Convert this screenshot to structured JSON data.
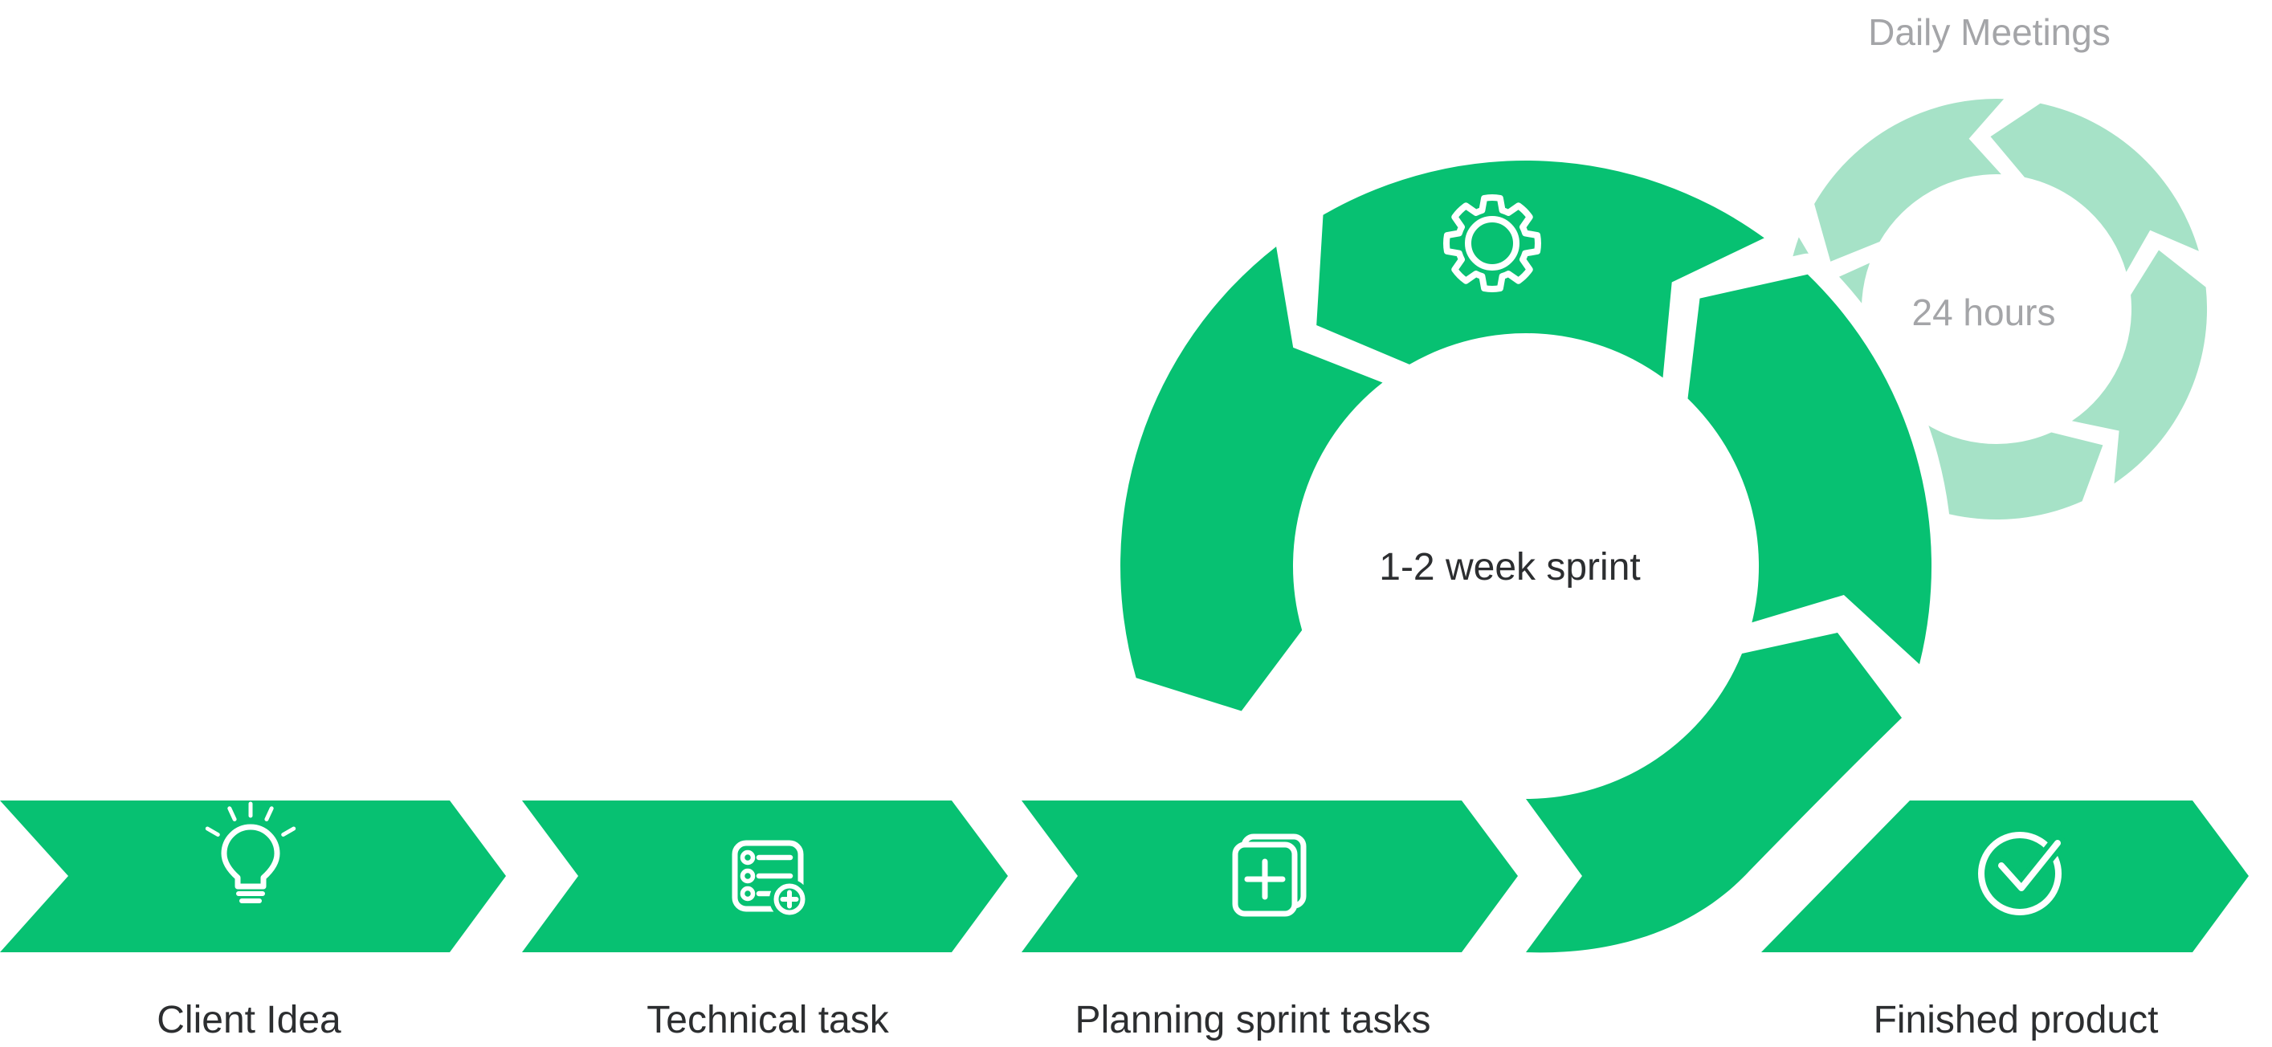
{
  "colors": {
    "green": "#07C172",
    "light_green": "#A6E2C7",
    "gray_text": "#A4A5A8",
    "dark_text": "#2C2E30",
    "background": "#FFFFFF",
    "icon_stroke": "#FFFFFF"
  },
  "process_steps": [
    {
      "label": "Client Idea",
      "icon": "lightbulb-icon"
    },
    {
      "label": "Technical task",
      "icon": "task-list-icon"
    },
    {
      "label": "Planning sprint tasks",
      "icon": "add-document-icon"
    },
    {
      "label": "Finished product",
      "icon": "check-circle-icon"
    }
  ],
  "sprint_cycle": {
    "center_label": "1-2 week sprint",
    "icon": "gear-icon"
  },
  "daily_cycle": {
    "title": "Daily Meetings",
    "center_label": "24 hours"
  }
}
